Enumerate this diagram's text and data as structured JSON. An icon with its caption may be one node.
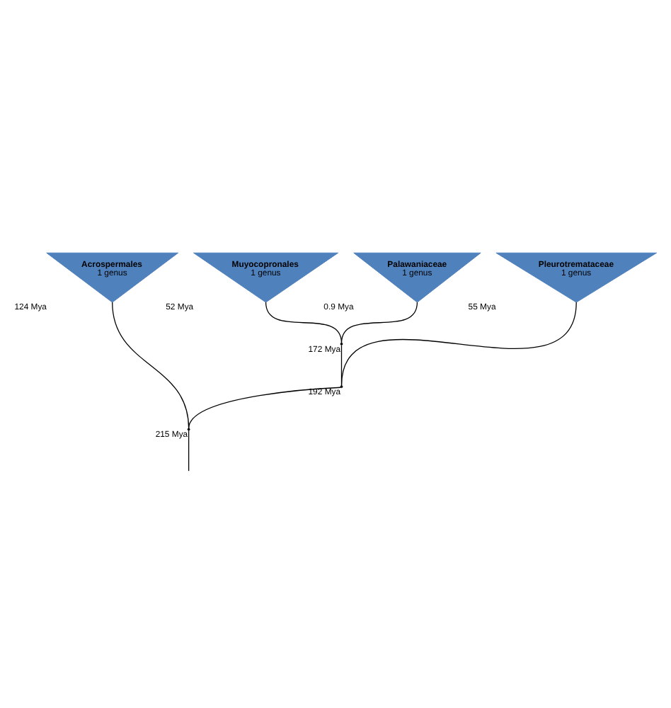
{
  "diagram": {
    "nodes": [
      {
        "text": [
          "Acrospermales",
          "1 genus"
        ],
        "beside": [
          "124 Mya"
        ]
      },
      {
        "text": [
          "Muyocopronales",
          "1 genus"
        ],
        "beside": [
          "52 Mya"
        ]
      },
      {
        "text": [
          "Palawaniaceae",
          "1 genus"
        ],
        "beside": [
          "0.9 Mya"
        ]
      },
      {
        "text": [
          "Pleurotremataceae",
          "1 genus"
        ],
        "beside": [
          "55 Mya"
        ]
      },
      {
        "text": [],
        "shape": "point",
        "beside": [
          "172 Mya"
        ]
      },
      {
        "text": [],
        "shape": "point",
        "beside": [
          "192 Mya"
        ]
      },
      {
        "text": [],
        "shape": "point",
        "beside": [
          "215 Mya"
        ]
      }
    ],
    "edges": [
      {
        "from": null,
        "to": 6,
        "arrow": "none"
      },
      {
        "from": 6,
        "to": 0,
        "arrow": "none"
      },
      {
        "from": 6,
        "to": 5,
        "arrow": "none"
      },
      {
        "from": 5,
        "to": 4,
        "arrow": "none"
      },
      {
        "from": 5,
        "to": 3,
        "arrow": "none"
      },
      {
        "from": 4,
        "to": 1,
        "arrow": "none"
      },
      {
        "from": 4,
        "to": 2,
        "arrow": "none"
      }
    ]
  }
}
